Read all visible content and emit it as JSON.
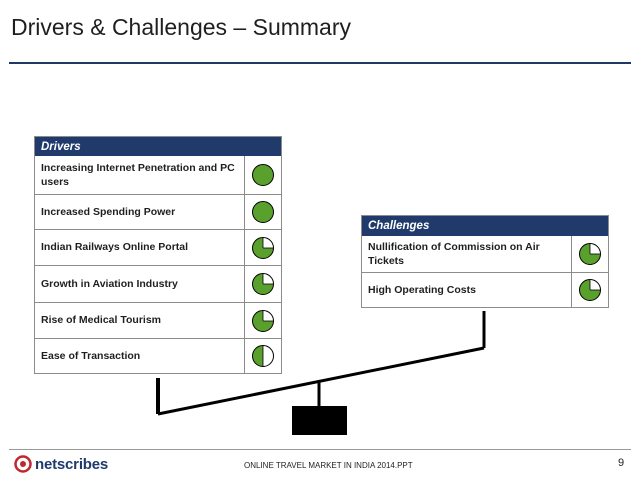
{
  "slide": {
    "title": "Drivers & Challenges – Summary",
    "footer": "ONLINE TRAVEL MARKET IN INDIA 2014.PPT",
    "page_number": "9",
    "logo_text": "netscribes"
  },
  "drivers": {
    "header": "Drivers",
    "items": [
      {
        "label": "Increasing Internet Penetration and PC users",
        "level": 1.0
      },
      {
        "label": "Increased Spending Power",
        "level": 1.0
      },
      {
        "label": "Indian Railways Online Portal",
        "level": 0.75
      },
      {
        "label": "Growth in Aviation Industry",
        "level": 0.75
      },
      {
        "label": "Rise of Medical Tourism",
        "level": 0.75
      },
      {
        "label": "Ease of Transaction",
        "level": 0.5
      }
    ]
  },
  "challenges": {
    "header": "Challenges",
    "items": [
      {
        "label": "Nullification of Commission on Air Tickets",
        "level": 0.75
      },
      {
        "label": "High Operating Costs",
        "level": 0.75
      }
    ]
  },
  "colors": {
    "header_bg": "#1f3a6b",
    "harvey_fill": "#5aa02c",
    "arrow_gray": "#b8b8b8",
    "rule_blue": "#1f3864"
  }
}
